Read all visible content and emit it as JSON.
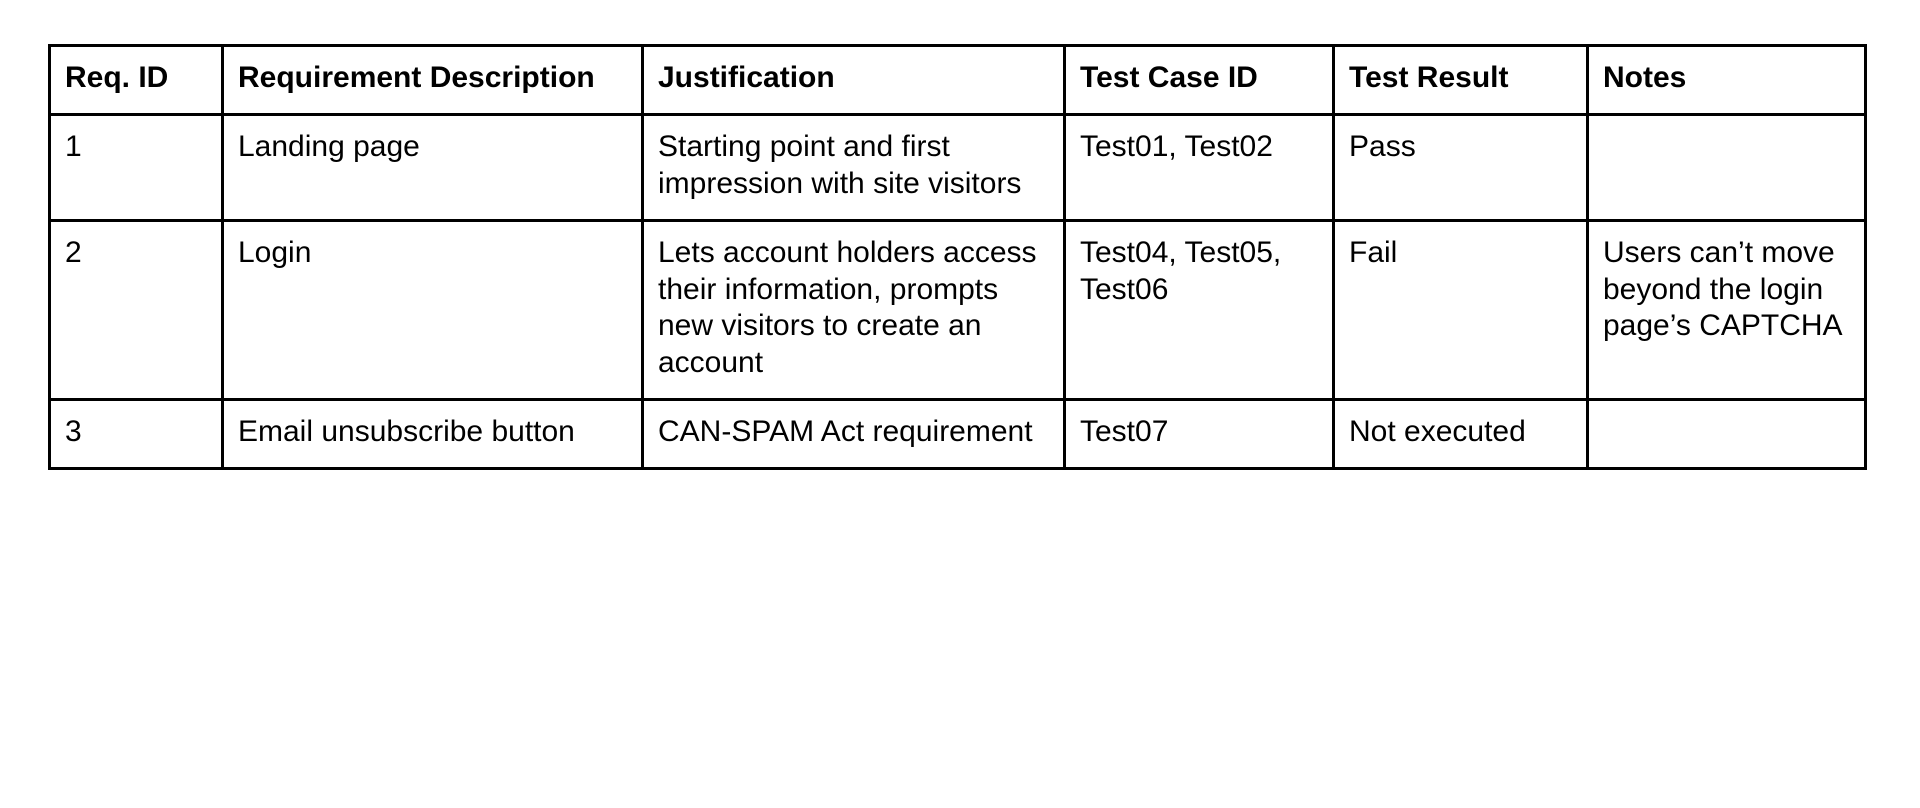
{
  "document": {
    "type": "requirements-traceability-table",
    "background_color": "#ffffff",
    "text_color": "#000000",
    "border_color": "#000000"
  },
  "table": {
    "columns": [
      {
        "key": "req_id",
        "header": "Req. ID"
      },
      {
        "key": "description",
        "header": "Requirement Description"
      },
      {
        "key": "justification",
        "header": "Justification"
      },
      {
        "key": "test_case_id",
        "header": "Test Case ID"
      },
      {
        "key": "test_result",
        "header": "Test Result"
      },
      {
        "key": "notes",
        "header": "Notes"
      }
    ],
    "headers": {
      "req_id": "Req. ID",
      "description": "Requirement Description",
      "justification": "Justification",
      "test_case_id": "Test Case ID",
      "test_result": "Test Result",
      "notes": "Notes"
    },
    "rows": [
      {
        "req_id": "1",
        "description": "Landing page",
        "justification": "Starting point and first impression with site visitors",
        "test_case_id": "Test01, Test02",
        "test_result": "Pass",
        "notes": ""
      },
      {
        "req_id": "2",
        "description": "Login",
        "justification": "Lets account holders access their information, prompts new visitors to create an account",
        "test_case_id": "Test04, Test05, Test06",
        "test_result": "Fail",
        "notes": "Users can’t move beyond the login page’s CAPTCHA"
      },
      {
        "req_id": "3",
        "description": "Email unsubscribe button",
        "justification": "CAN-SPAM Act requirement",
        "test_case_id": "Test07",
        "test_result": "Not executed",
        "notes": ""
      }
    ]
  }
}
